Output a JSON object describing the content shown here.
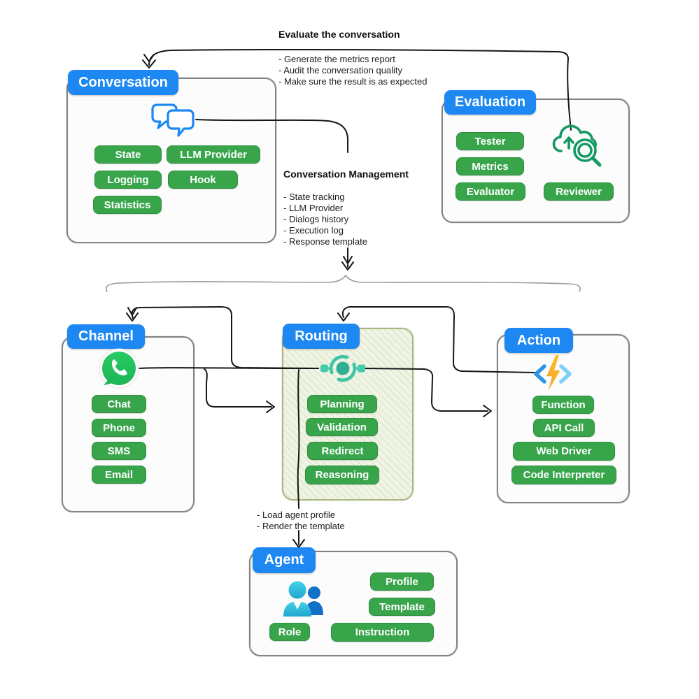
{
  "notes": {
    "evaluate": {
      "title": "Evaluate the conversation",
      "items": [
        "- Generate the metrics report",
        "- Audit the conversation quality",
        "- Make sure the result is as expected"
      ]
    },
    "management": {
      "title": "Conversation Management",
      "items": [
        "- State tracking",
        "- LLM Provider",
        "- Dialogs history",
        "- Execution log",
        "- Response template"
      ]
    },
    "agent_note": {
      "items": [
        "- Load agent profile",
        "- Render the template"
      ]
    }
  },
  "boxes": {
    "conversation": {
      "title": "Conversation",
      "icon": "chat-bubbles-icon",
      "pills": [
        "State",
        "LLM Provider",
        "Logging",
        "Hook",
        "Statistics"
      ]
    },
    "evaluation": {
      "title": "Evaluation",
      "icon": "cloud-search-icon",
      "pills": [
        "Tester",
        "Metrics",
        "Evaluator",
        "Reviewer"
      ]
    },
    "channel": {
      "title": "Channel",
      "icon": "whatsapp-icon",
      "pills": [
        "Chat",
        "Phone",
        "SMS",
        "Email"
      ]
    },
    "routing": {
      "title": "Routing",
      "icon": "load-balancer-icon",
      "pills": [
        "Planning",
        "Validation",
        "Redirect",
        "Reasoning"
      ]
    },
    "action": {
      "title": "Action",
      "icon": "lightning-code-icon",
      "pills": [
        "Function",
        "API Call",
        "Web Driver",
        "Code Interpreter"
      ]
    },
    "agent": {
      "title": "Agent",
      "icon": "people-icon",
      "pills": [
        "Profile",
        "Template",
        "Role",
        "Instruction"
      ]
    }
  },
  "colors": {
    "header_blue": "#1E88F2",
    "pill_green": "#38A54B",
    "routing_fill": "#EFF4E5",
    "routing_border": "#A9B87F",
    "hub_teal": "#3CC4A6",
    "eval_icon_green": "#149A63",
    "whatsapp_green": "#25D366",
    "bolt_orange": "#F59B1B",
    "wire_black": "#161616",
    "brace_gray": "#9B9B9B"
  }
}
